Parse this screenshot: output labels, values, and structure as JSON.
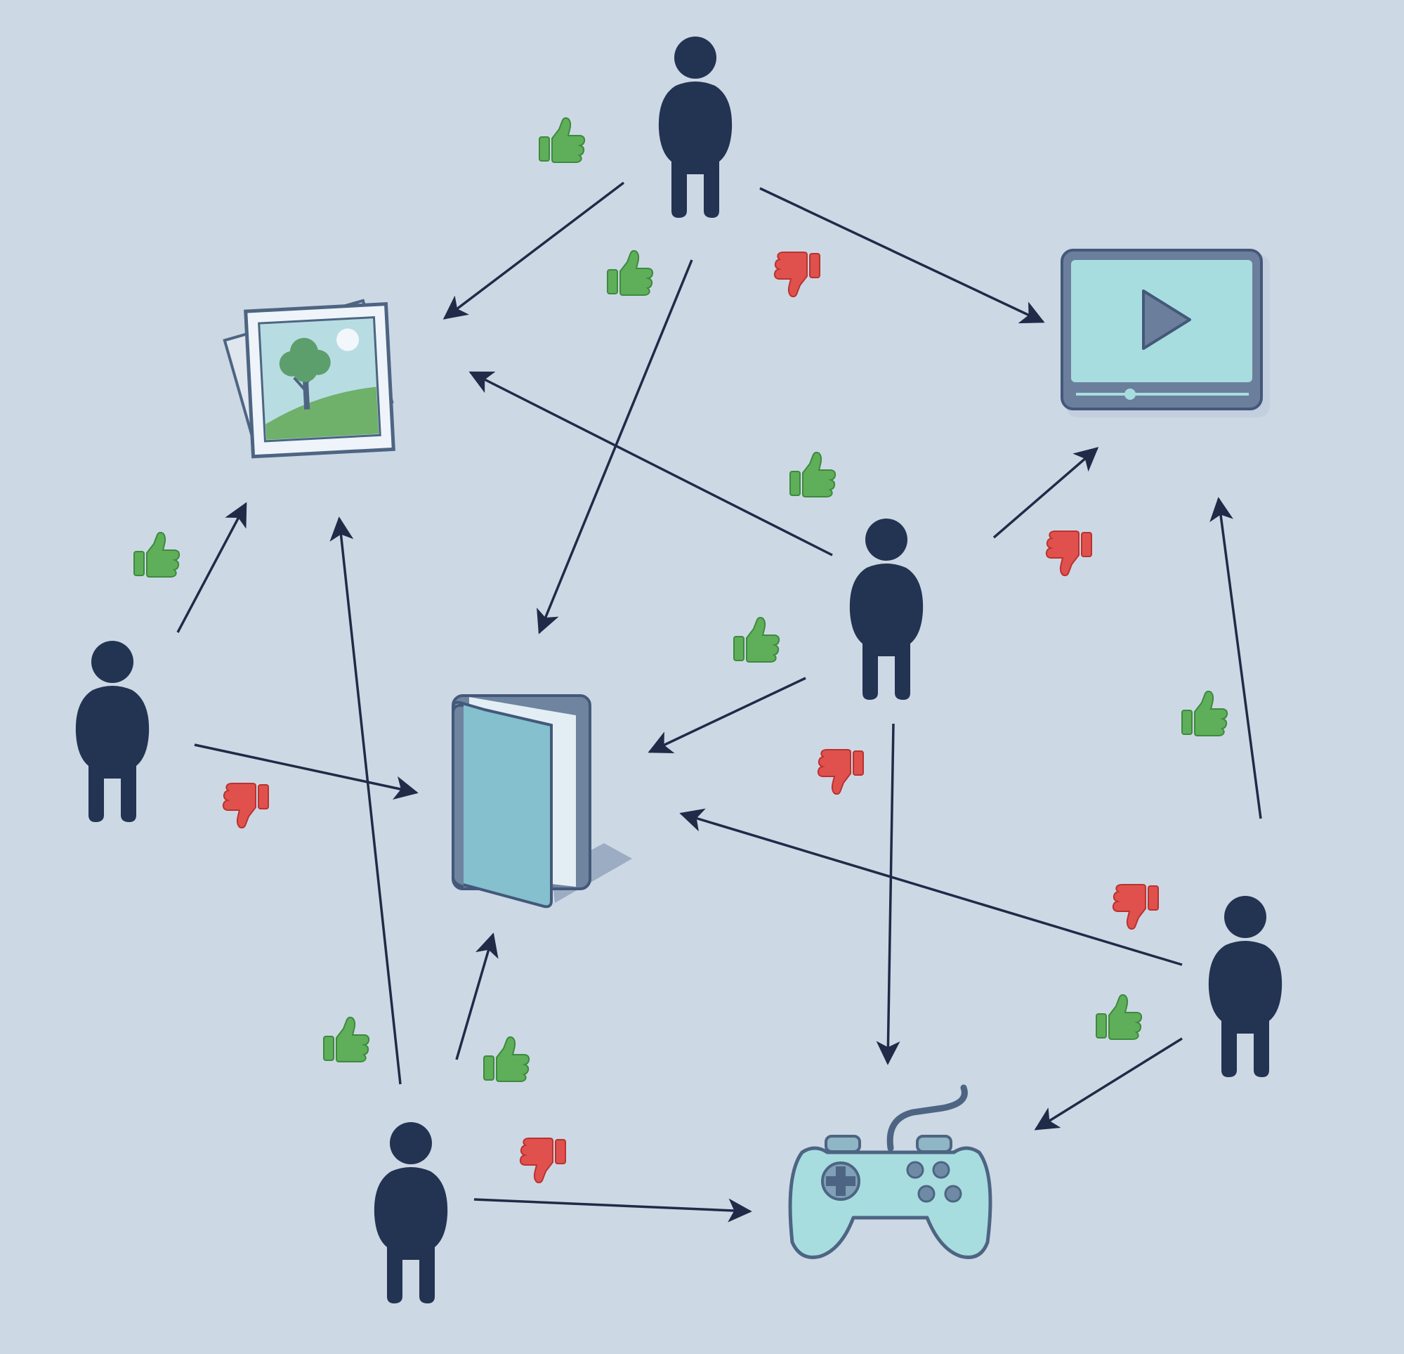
{
  "colors": {
    "background": "#cdd8e5",
    "person": "#233352",
    "arrow": "#1f2b47",
    "like": "#5fae5a",
    "dislike": "#e0514d",
    "item_fill": "#9fd3da",
    "item_stroke": "#4d6582"
  },
  "users": [
    {
      "id": "user-1",
      "icon": "person-icon"
    },
    {
      "id": "user-2",
      "icon": "person-icon"
    },
    {
      "id": "user-3",
      "icon": "person-icon"
    },
    {
      "id": "user-4",
      "icon": "person-icon"
    },
    {
      "id": "user-5",
      "icon": "person-icon"
    }
  ],
  "items": [
    {
      "id": "photo",
      "icon": "photo-icon"
    },
    {
      "id": "video",
      "icon": "video-player-icon"
    },
    {
      "id": "book",
      "icon": "book-icon"
    },
    {
      "id": "game",
      "icon": "gamepad-icon"
    }
  ],
  "interactions": [
    {
      "from": "user-1",
      "to": "photo",
      "rating": "like"
    },
    {
      "from": "user-1",
      "to": "book",
      "rating": "like"
    },
    {
      "from": "user-1",
      "to": "video",
      "rating": "dislike"
    },
    {
      "from": "user-2",
      "to": "photo",
      "rating": "like"
    },
    {
      "from": "user-2",
      "to": "book",
      "rating": "dislike"
    },
    {
      "from": "user-3",
      "to": "photo",
      "rating": "like"
    },
    {
      "from": "user-3",
      "to": "video",
      "rating": "dislike"
    },
    {
      "from": "user-3",
      "to": "book",
      "rating": "like"
    },
    {
      "from": "user-3",
      "to": "game",
      "rating": "dislike"
    },
    {
      "from": "user-4",
      "to": "photo",
      "rating": "like"
    },
    {
      "from": "user-4",
      "to": "book",
      "rating": "like"
    },
    {
      "from": "user-4",
      "to": "game",
      "rating": "dislike"
    },
    {
      "from": "user-5",
      "to": "video",
      "rating": "like"
    },
    {
      "from": "user-5",
      "to": "book",
      "rating": "dislike"
    },
    {
      "from": "user-5",
      "to": "game",
      "rating": "like"
    }
  ]
}
